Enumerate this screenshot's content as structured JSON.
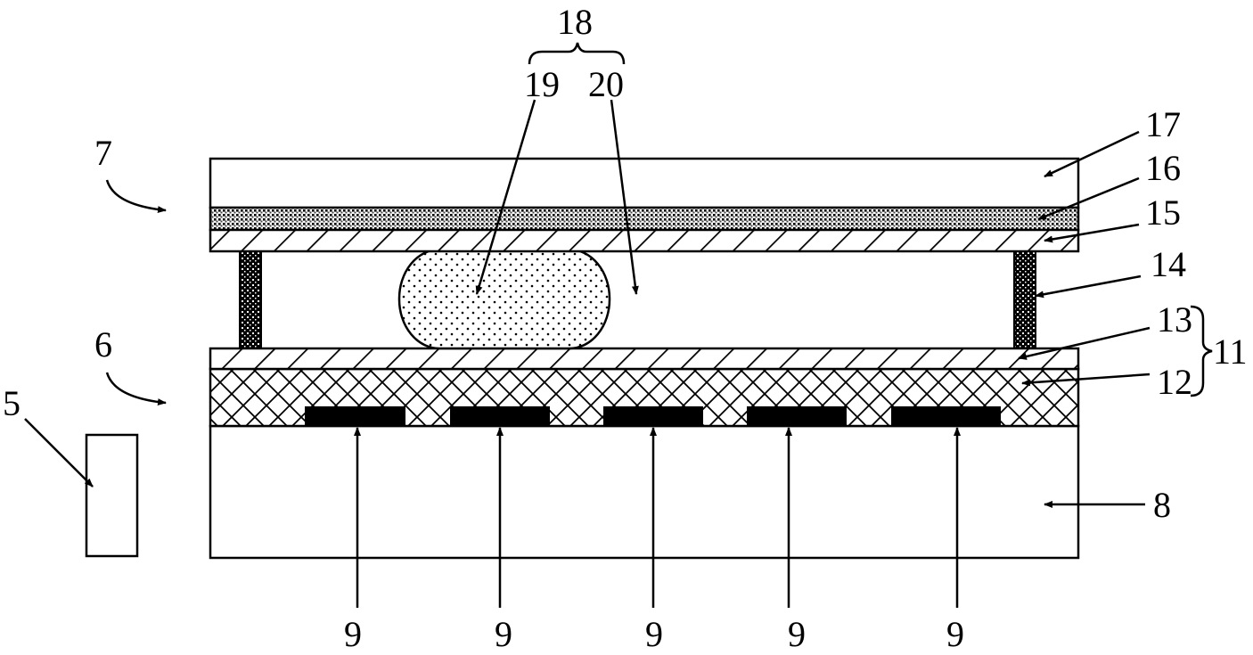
{
  "labels": {
    "l5": "5",
    "l6": "6",
    "l7": "7",
    "l8": "8",
    "l9": [
      "9",
      "9",
      "9",
      "9",
      "9"
    ],
    "l11": "11",
    "l12": "12",
    "l13": "13",
    "l14": "14",
    "l15": "15",
    "l16": "16",
    "l17": "17",
    "l18": "18",
    "l19": "19",
    "l20": "20"
  },
  "colors": {
    "ink": "#000000",
    "paper": "#ffffff"
  }
}
